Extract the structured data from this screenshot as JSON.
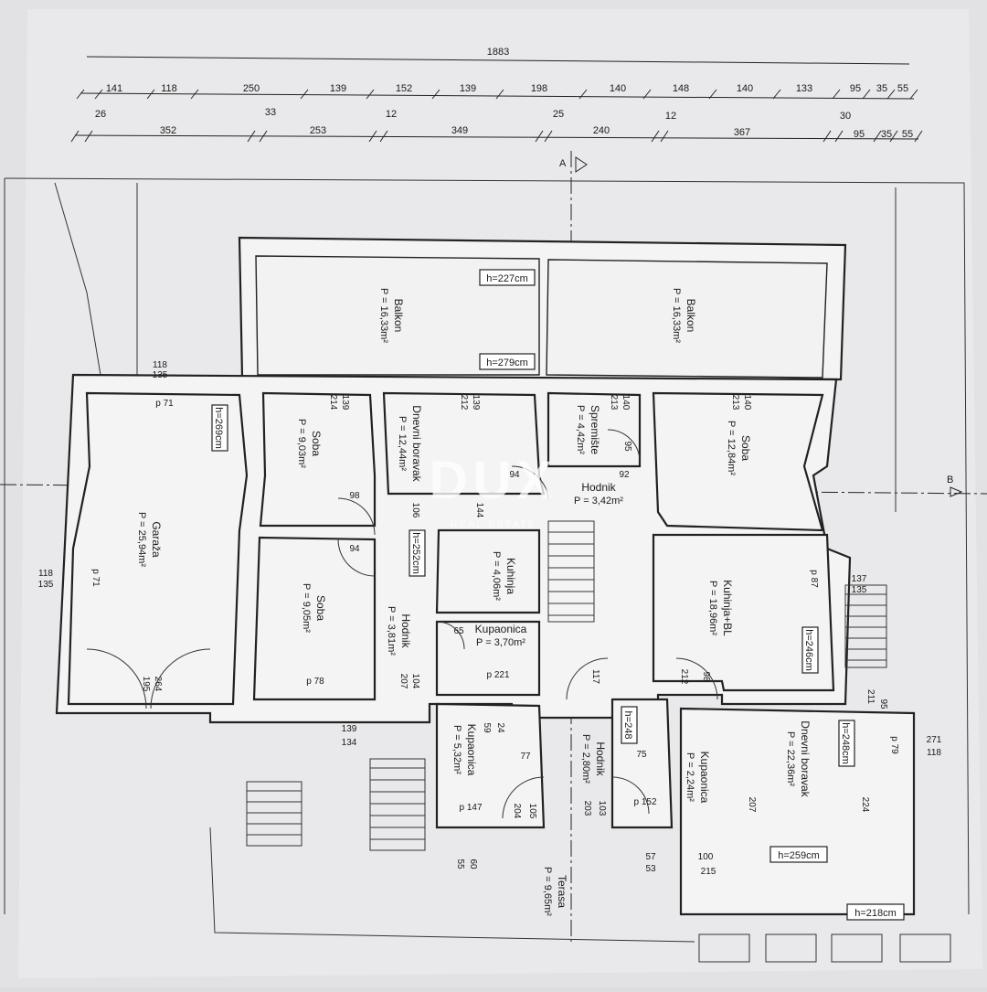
{
  "dimensions": {
    "total": "1883",
    "row1": [
      "141",
      "118",
      "250",
      "139",
      "152",
      "139",
      "198",
      "140",
      "148",
      "140",
      "133",
      "95",
      "35",
      "55"
    ],
    "row2": [
      "26",
      "352",
      "33",
      "253",
      "12",
      "349",
      "25",
      "240",
      "12",
      "367",
      "30",
      "95",
      "35",
      "55"
    ]
  },
  "section_markers": {
    "a": "A",
    "b": "B"
  },
  "rooms": [
    {
      "id": "balkon-left",
      "name": "Balkon",
      "area": "P = 16,33m²"
    },
    {
      "id": "balkon-right",
      "name": "Balkon",
      "area": "P = 16,33m²"
    },
    {
      "id": "garaza",
      "name": "Garaža",
      "area": "P = 25,94m²"
    },
    {
      "id": "soba-1",
      "name": "Soba",
      "area": "P = 9,03m²"
    },
    {
      "id": "dnevni-1",
      "name": "Dnevni boravak",
      "area": "P = 12,44m²"
    },
    {
      "id": "spremiste",
      "name": "Spremište",
      "area": "P = 4,42m²"
    },
    {
      "id": "soba-3",
      "name": "Soba",
      "area": "P = 12,84m²"
    },
    {
      "id": "hodnik-1",
      "name": "Hodnik",
      "area": "P = 3,42m²"
    },
    {
      "id": "soba-2",
      "name": "Soba",
      "area": "P = 9,05m²"
    },
    {
      "id": "hodnik-2",
      "name": "Hodnik",
      "area": "P = 3,81m²"
    },
    {
      "id": "kuhinja-1",
      "name": "Kuhinja",
      "area": "P = 4,06m²"
    },
    {
      "id": "kupaonica-1",
      "name": "Kupaonica",
      "area": "P = 3,70m²"
    },
    {
      "id": "kuhinja-2",
      "name": "Kuhinja+BL",
      "area": "P = 18,96m²"
    },
    {
      "id": "kupaonica-2",
      "name": "Kupaonica",
      "area": "P = 5,32m²"
    },
    {
      "id": "hodnik-3",
      "name": "Hodnik",
      "area": "P = 2,80m²"
    },
    {
      "id": "kupaonica-3",
      "name": "Kupaonica",
      "area": "P = 2,24m²"
    },
    {
      "id": "dnevni-2",
      "name": "Dnevni boravak",
      "area": "P = 22,36m²"
    },
    {
      "id": "terasa",
      "name": "Terasa",
      "area": "P = 9,65m²"
    }
  ],
  "heights": [
    "h=227cm",
    "h=279cm",
    "h=269cm",
    "h=252cm",
    "h=246cm",
    "h=248",
    "h=248cm",
    "h=259cm",
    "h=218cm"
  ],
  "openings": [
    "118",
    "135",
    "118",
    "135",
    "137",
    "135",
    "271",
    "118",
    "139",
    "214",
    "139",
    "212",
    "140",
    "213",
    "140",
    "213",
    "95",
    "94",
    "92",
    "98",
    "106",
    "144",
    "94",
    "65",
    "104",
    "207",
    "117",
    "212",
    "98",
    "211",
    "95",
    "264",
    "195",
    "139",
    "134",
    "59",
    "24",
    "77",
    "75",
    "105",
    "204",
    "103",
    "203",
    "57",
    "53",
    "60",
    "55",
    "207",
    "224",
    "100",
    "215"
  ],
  "parapets": [
    "p 71",
    "p 71",
    "p 87",
    "p 78",
    "p 221",
    "p 79",
    "p 147",
    "p 152"
  ],
  "watermark": {
    "brand": "DUX",
    "sub": "REAL ESTATE"
  }
}
